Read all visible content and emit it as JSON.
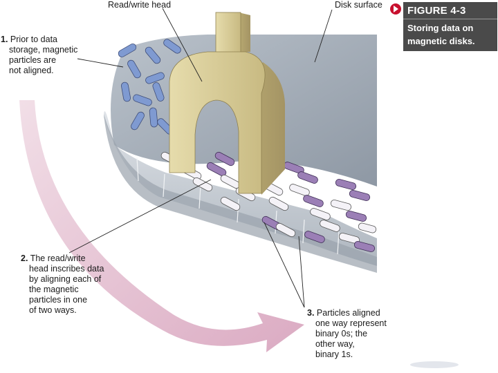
{
  "labels": {
    "read_write_head": "Read/write head",
    "disk_surface": "Disk surface"
  },
  "figure": {
    "number": "FIGURE 4-3",
    "caption_lines": [
      "Storing data on",
      "magnetic disks."
    ]
  },
  "callouts": [
    {
      "num": "1.",
      "lines": [
        "Prior to data",
        "storage, magnetic",
        "particles are",
        "not aligned."
      ]
    },
    {
      "num": "2.",
      "lines": [
        "The read/write",
        "head inscribes data",
        "by aligning each of",
        "the magnetic",
        "particles in one",
        "of two ways."
      ]
    },
    {
      "num": "3.",
      "lines": [
        "Particles aligned",
        "one way represent",
        "binary 0s; the",
        "other way,",
        "binary 1s."
      ]
    }
  ],
  "colors": {
    "disk_surface": "#a4adb8",
    "disk_edge": "#c4cbd3",
    "head": "#d9cd9a",
    "particle_purple": "#9b7fb6",
    "particle_white": "#f4f2f7",
    "rotation_arrow": "#e2bdd0",
    "figure_box": "#4a4a4a",
    "figure_arrow": "#c8102e"
  },
  "icons": {
    "figure_marker": "right-arrow-icon"
  }
}
